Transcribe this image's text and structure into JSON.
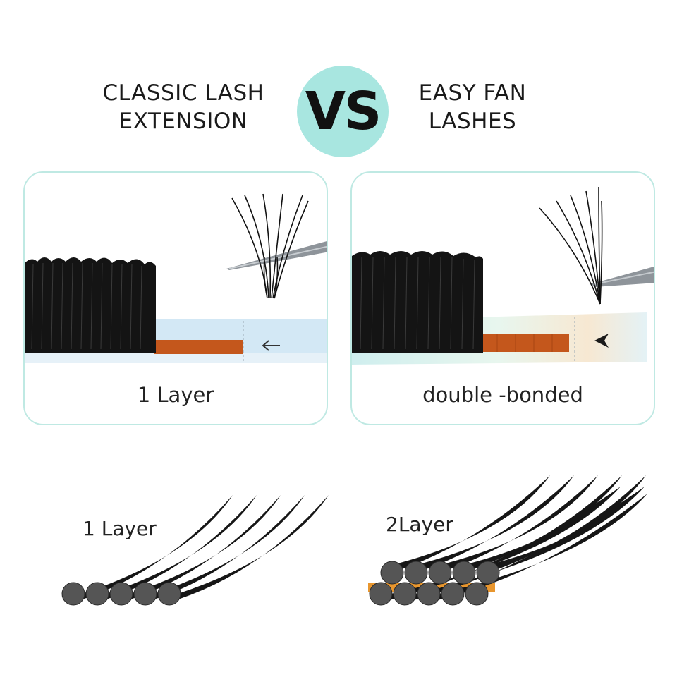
{
  "left_heading": {
    "line1": "CLASSIC LASH",
    "line2": "EXTENSION"
  },
  "vs_label": "VS",
  "right_heading": {
    "line1": "EASY FAN",
    "line2": "LASHES"
  },
  "panels": {
    "classic_caption": "1 Layer",
    "fan_caption": "double -bonded"
  },
  "diagram": {
    "left_label": "1 Layer",
    "right_label": "2Layer"
  },
  "colors": {
    "accent_teal": "#a8e6e0",
    "panel_border": "#bfe9e3",
    "lash_black": "#141414",
    "bond_orange": "#c4571c",
    "strip_blue": "#cfe6f4"
  }
}
